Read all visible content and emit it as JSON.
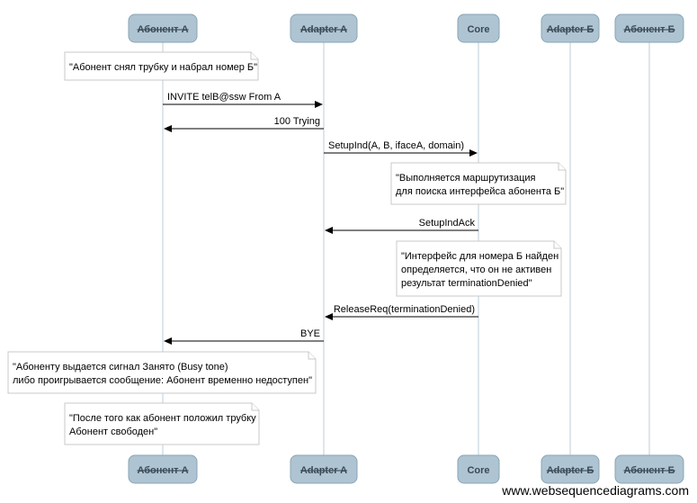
{
  "actors": [
    {
      "id": "abA",
      "label": "Абонент А",
      "struck": true
    },
    {
      "id": "adA",
      "label": "Adapter A",
      "struck": true
    },
    {
      "id": "core",
      "label": "Core",
      "struck": false
    },
    {
      "id": "adB",
      "label": "Adapter Б",
      "struck": true
    },
    {
      "id": "abB",
      "label": "Абонент Б",
      "struck": true
    }
  ],
  "messages": [
    {
      "from": "abA",
      "to": "adA",
      "label": "INVITE telB@ssw From A"
    },
    {
      "from": "adA",
      "to": "abA",
      "label": "100 Trying"
    },
    {
      "from": "adA",
      "to": "core",
      "label": "SetupInd(A, B, ifaceA, domain)"
    },
    {
      "from": "core",
      "to": "adA",
      "label": "SetupIndAck"
    },
    {
      "from": "core",
      "to": "adA",
      "label": "ReleaseReq(terminationDenied)"
    },
    {
      "from": "adA",
      "to": "abA",
      "label": "BYE"
    }
  ],
  "notes": [
    {
      "lines": [
        "\"Абонент снял трубку и набрал номер Б\""
      ]
    },
    {
      "lines": [
        "\"Выполняется маршрутизация",
        "для поиска интерфейса абонента Б\""
      ]
    },
    {
      "lines": [
        "\"Интерфейс для номера Б найден",
        "определяется, что он не активен",
        "результат terminationDenied\""
      ]
    },
    {
      "lines": [
        "\"Абоненту выдается сигнал Занято (Busy tone)",
        "либо проигрывается сообщение: Абонент временно недоступен\""
      ]
    },
    {
      "lines": [
        "\"После того как абонент положил трубку",
        "Абонент свободен\""
      ]
    }
  ],
  "watermark": "www.websequencediagrams.com"
}
